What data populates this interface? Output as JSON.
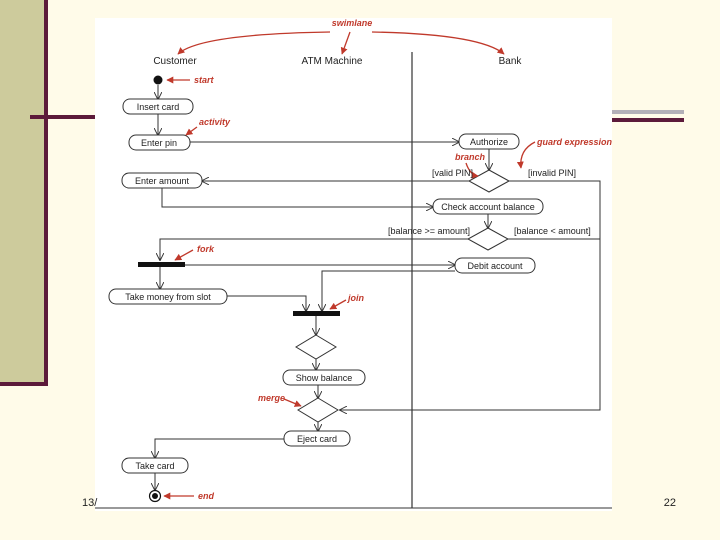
{
  "footer": {
    "date": "13/",
    "page_number": "22"
  },
  "swimlanes": {
    "customer": "Customer",
    "atm": "ATM Machine",
    "bank": "Bank"
  },
  "activities": {
    "insert_card": "Insert card",
    "enter_pin": "Enter pin",
    "authorize": "Authorize",
    "enter_amount": "Enter amount",
    "check_balance": "Check account balance",
    "debit_account": "Debit account",
    "take_money": "Take money from slot",
    "show_balance": "Show balance",
    "eject_card": "Eject card",
    "take_card": "Take card"
  },
  "guards": {
    "valid_pin": "[valid PIN]",
    "invalid_pin": "[invalid PIN]",
    "balance_ge": "[balance >= amount]",
    "balance_lt": "[balance < amount]"
  },
  "annotations": {
    "swimlane": "swimlane",
    "start": "start",
    "activity": "activity",
    "guard_expression": "guard expression",
    "branch": "branch",
    "fork": "fork",
    "join": "join",
    "merge": "merge",
    "end": "end"
  },
  "colors": {
    "annotation": "#c0392b",
    "line": "#333333",
    "background": "#ffffff"
  }
}
